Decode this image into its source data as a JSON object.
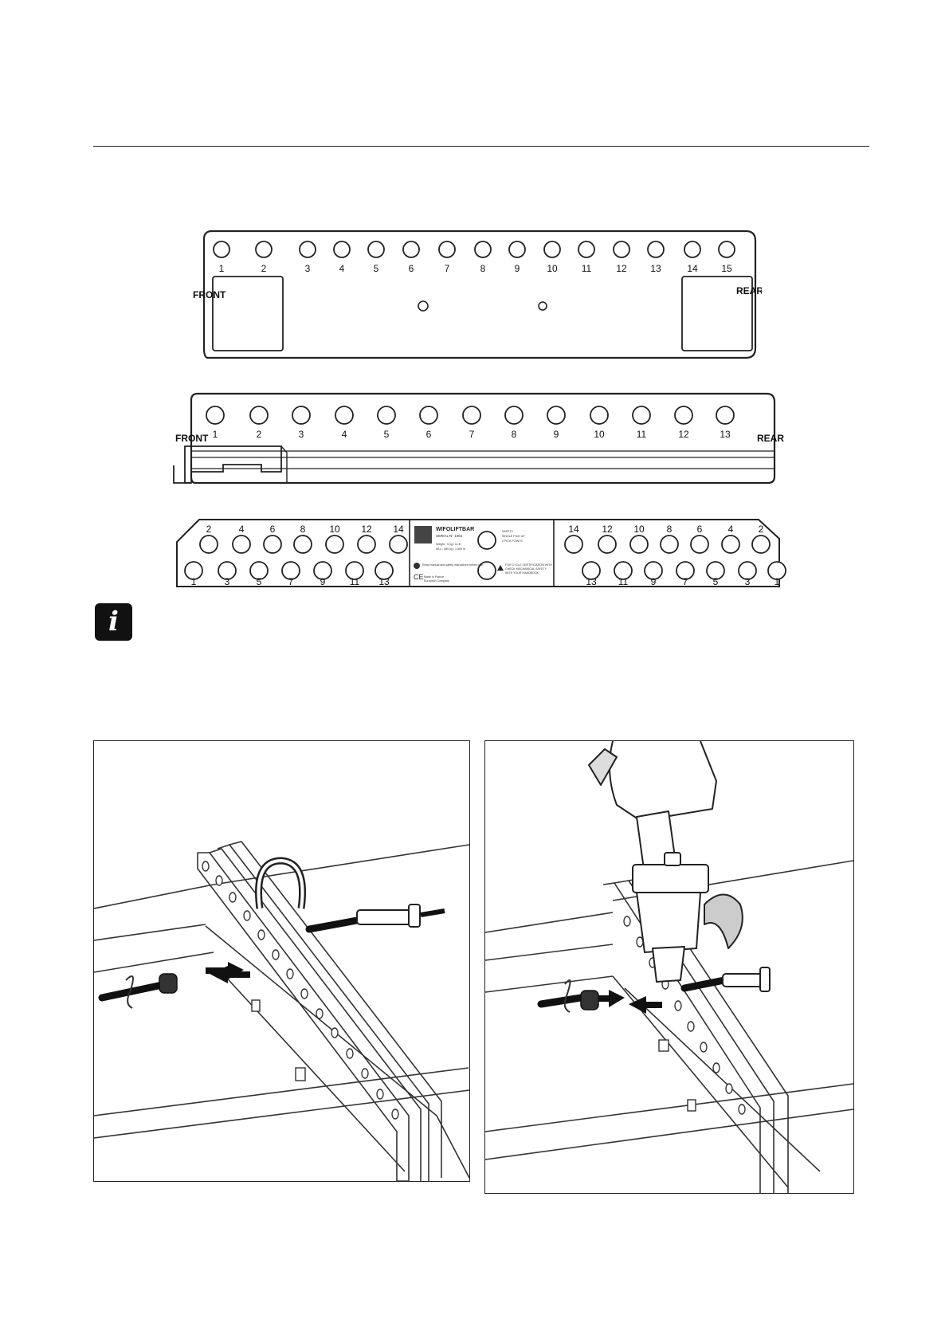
{
  "diagrams": {
    "top": {
      "holes": [
        "1",
        "2",
        "3",
        "4",
        "5",
        "6",
        "7",
        "8",
        "9",
        "10",
        "11",
        "12",
        "13",
        "14",
        "15"
      ],
      "front_label": "FRONT",
      "rear_label": "REAR"
    },
    "middle": {
      "holes": [
        "1",
        "2",
        "3",
        "4",
        "5",
        "6",
        "7",
        "8",
        "9",
        "10",
        "11",
        "12",
        "13"
      ],
      "front_label": "FRONT",
      "rear_label": "REAR"
    },
    "bottom": {
      "left_top_row": [
        "2",
        "4",
        "6",
        "8",
        "10",
        "12",
        "14"
      ],
      "left_bottom_row": [
        "1",
        "3",
        "5",
        "7",
        "9",
        "11",
        "13"
      ],
      "right_top_row": [
        "14",
        "12",
        "10",
        "8",
        "6",
        "4",
        "2"
      ],
      "right_bottom_row": [
        "13",
        "11",
        "9",
        "7",
        "5",
        "3",
        "1"
      ],
      "plate": {
        "title": "WIFOLIFTBAR",
        "serial": "SERIAL N° 1001",
        "weight": "Weight : 5 kg / 11 lb",
        "wll": "WLL : 680 kg / 1 500 lb",
        "manual": "Read manual and safety instructions before use.",
        "made_in": "Made in France",
        "company": "European Company",
        "right_top_1": "SAFETY",
        "right_top_2": "SINGLE PICK UP",
        "right_top_3": "2 PICK POINTS",
        "warning_1": "FOR CYCLE CERTIFICATION WITH",
        "warning_2": "CHECK MECHANICAL SAFETY",
        "warning_3": "WITH YOUR HANDBOOK."
      }
    }
  },
  "info_icon": {
    "glyph": "i"
  }
}
